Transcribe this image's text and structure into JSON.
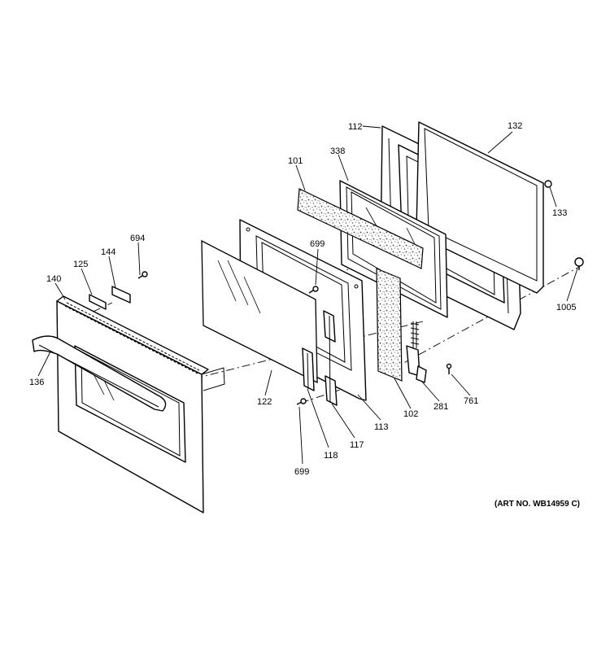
{
  "labels": {
    "p112": "112",
    "p132": "132",
    "p338": "338",
    "p101": "101",
    "p133": "133",
    "p694": "694",
    "p144": "144",
    "p699a": "699",
    "p125": "125",
    "p140": "140",
    "p1005": "1005",
    "p136": "136",
    "p122": "122",
    "p113": "113",
    "p102": "102",
    "p281": "281",
    "p761": "761",
    "p118": "118",
    "p117": "117",
    "p699b": "699"
  },
  "art_number": "(ART NO. WB14959 C)"
}
